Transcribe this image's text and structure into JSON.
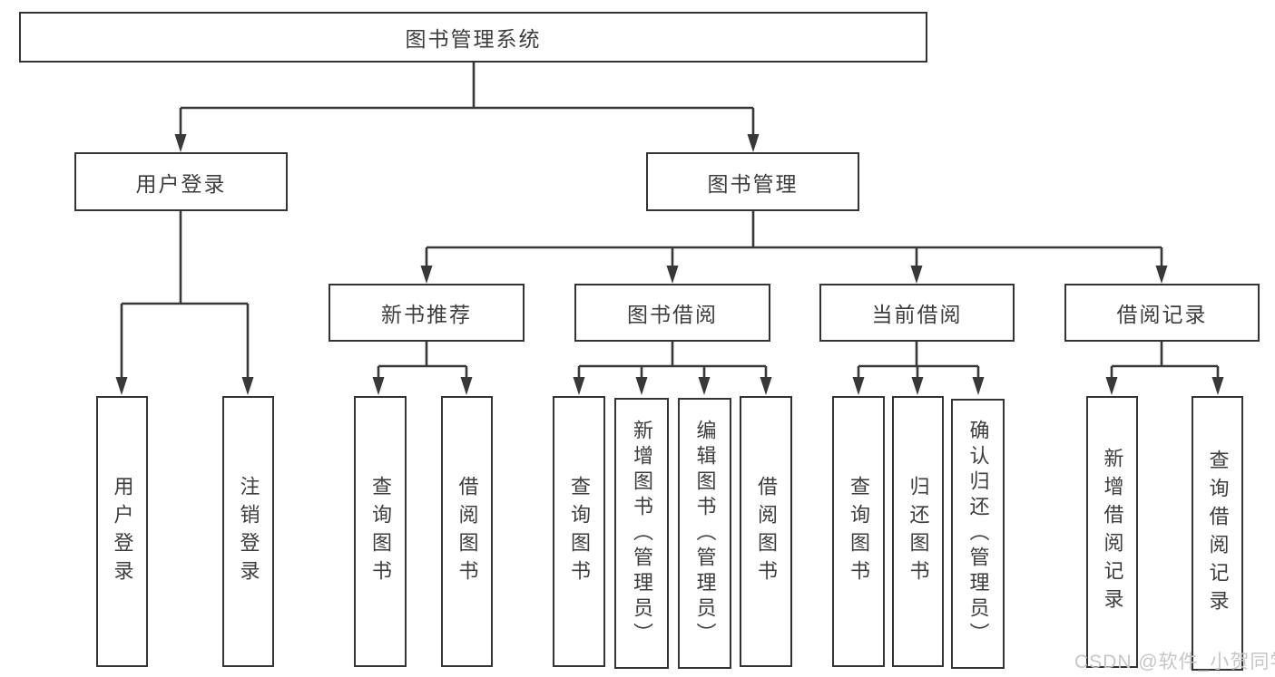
{
  "diagram": {
    "title": "图书管理系统",
    "branches": [
      {
        "label": "用户登录",
        "children": [
          {
            "label": "用户登录"
          },
          {
            "label": "注销登录"
          }
        ]
      },
      {
        "label": "图书管理",
        "children": [
          {
            "label": "新书推荐",
            "children": [
              {
                "label": "查询图书"
              },
              {
                "label": "借阅图书"
              }
            ]
          },
          {
            "label": "图书借阅",
            "children": [
              {
                "label": "查询图书"
              },
              {
                "label": "新增图书（管理员）"
              },
              {
                "label": "编辑图书（管理员）"
              },
              {
                "label": "借阅图书"
              }
            ]
          },
          {
            "label": "当前借阅",
            "children": [
              {
                "label": "查询图书"
              },
              {
                "label": "归还图书"
              },
              {
                "label": "确认归还（管理员）"
              }
            ]
          },
          {
            "label": "借阅记录",
            "children": [
              {
                "label": "新增借阅记录"
              },
              {
                "label": "查询借阅记录"
              }
            ]
          }
        ]
      }
    ]
  },
  "watermark": {
    "text": "CSDN @软件_小贺同学",
    "color": "#c6c6c6"
  },
  "colors": {
    "line": "#383838",
    "box_border": "#343434",
    "text": "#3d3d3d",
    "background": "#ffffff"
  }
}
